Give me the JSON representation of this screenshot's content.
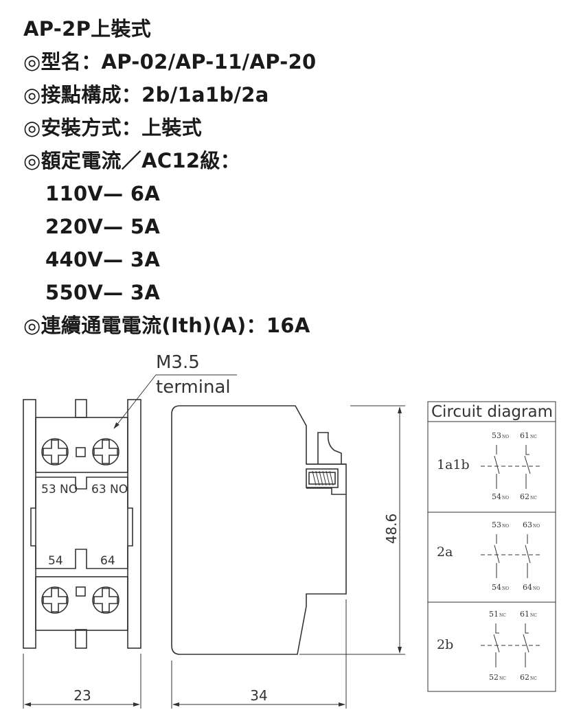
{
  "specs": {
    "title": "AP-2P上裝式",
    "model": "◎型名：AP-02/AP-11/AP-20",
    "contacts": "◎接點構成：2b/1a1b/2a",
    "mounting": "◎安裝方式：上裝式",
    "rated": "◎額定電流／AC12級：",
    "ratings": [
      "110V— 6A",
      "220V— 5A",
      "440V— 3A",
      "550V— 3A"
    ],
    "thermal": "◎連續通電電流(Ith)(A)：16A"
  },
  "drawing": {
    "terminal_size": "M3.5",
    "terminal_word": "terminal",
    "front_labels": {
      "no53": "53 NO",
      "no63": "63 NO",
      "t54": "54",
      "t64": "64"
    },
    "width_front": "23",
    "width_side": "34",
    "height": "48.6"
  },
  "circuit": {
    "title": "Circuit diagram",
    "rows": [
      {
        "label": "1a1b",
        "top_left": "53",
        "top_left_tag": "NO",
        "top_right": "61",
        "top_right_tag": "NC",
        "bottom_left": "54",
        "bottom_left_tag": "NO",
        "bottom_right": "62",
        "bottom_right_tag": "NC"
      },
      {
        "label": "2a",
        "top_left": "53",
        "top_left_tag": "NO",
        "top_right": "63",
        "top_right_tag": "NO",
        "bottom_left": "54",
        "bottom_left_tag": "NO",
        "bottom_right": "64",
        "bottom_right_tag": "NO"
      },
      {
        "label": "2b",
        "top_left": "51",
        "top_left_tag": "NC",
        "top_right": "61",
        "top_right_tag": "NC",
        "bottom_left": "52",
        "bottom_left_tag": "NC",
        "bottom_right": "62",
        "bottom_right_tag": "NC"
      }
    ]
  }
}
